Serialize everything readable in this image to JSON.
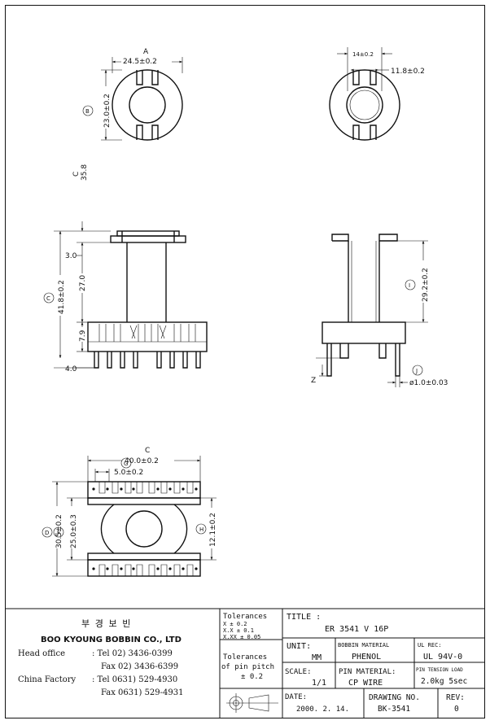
{
  "dims": {
    "a_letter": "A",
    "a_value": "24.5±0.2",
    "b_circle": "B",
    "b_value": "23.0±0.2",
    "c_top": "C",
    "c_top_value": "35.8",
    "d1": "14±0.2",
    "d2": "11.8±0.2",
    "c_side": "C",
    "c_side_value": "41.8±0.2",
    "h3": "3.0",
    "h27": "27.0",
    "h79": "7.9",
    "h4": "4.0",
    "i_circle": "I",
    "i_value": "29.2±0.2",
    "j_circle": "J",
    "j_value": "ø1.0±0.03",
    "z_label": "Z",
    "c_bot": "C",
    "c_bot_value": "40.0±0.2",
    "g_circle": "G",
    "g_value": "5.0±0.2",
    "d_circle": "D",
    "d_value": "30.5±0.2",
    "f_circle": "F",
    "f_value": "25.0±0.3",
    "h_circle": "H",
    "h_value": "12.1±0.2"
  },
  "company": {
    "korean_name": "부 경 보 빈",
    "english_name": "BOO KYOUNG BOBBIN CO., LTD",
    "head_office_label": "Head office",
    "head_tel": ": Tel  02) 3436-0399",
    "head_fax": "Fax  02) 3436-6399",
    "china_label": "China Factory",
    "china_tel": ": Tel 0631) 529-4930",
    "china_fax": "Fax 0631) 529-4931"
  },
  "tolerances": {
    "title": "Tolerances",
    "x": "X   ± 0.2",
    "xx": "X.X  ± 0.1",
    "xxx": "X.XX ± 0.05",
    "pin_title": "Tolerances",
    "pin_sub": "of pin pitch",
    "pin_value": "± 0.2"
  },
  "titleblock": {
    "title_label": "TITLE :",
    "title_value": "ER 3541 V 16P",
    "unit_label": "UNIT:",
    "unit_value": "MM",
    "bobbin_label": "BOBBIN MATERIAL",
    "bobbin_value": "PHENOL",
    "ul_label": "UL REC:",
    "ul_value": "UL 94V-0",
    "scale_label": "SCALE:",
    "scale_value": "1/1",
    "pin_label": "PIN MATERIAL:",
    "pin_value": "CP WIRE",
    "tension_label": "PIN TENSION LOAD",
    "tension_value": "2.0kg 5sec",
    "date_label": "DATE:",
    "date_value": "2000. 2. 14.",
    "drawing_label": "DRAWING NO.",
    "drawing_value": "BK-3541",
    "rev_label": "REV:",
    "rev_value": "0"
  }
}
